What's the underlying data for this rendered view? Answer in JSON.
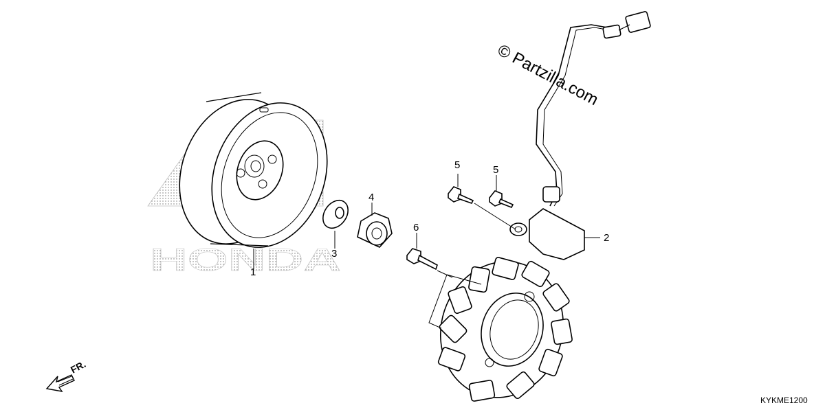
{
  "watermark": "© Partzilla.com",
  "brand_mark": "HONDA",
  "direction_label": "FR.",
  "diagram_code": "KYKME1200",
  "callouts": [
    "1",
    "2",
    "3",
    "4",
    "5",
    "5",
    "6"
  ],
  "icons": {
    "front_arrow": "arrow-left-down-icon"
  }
}
